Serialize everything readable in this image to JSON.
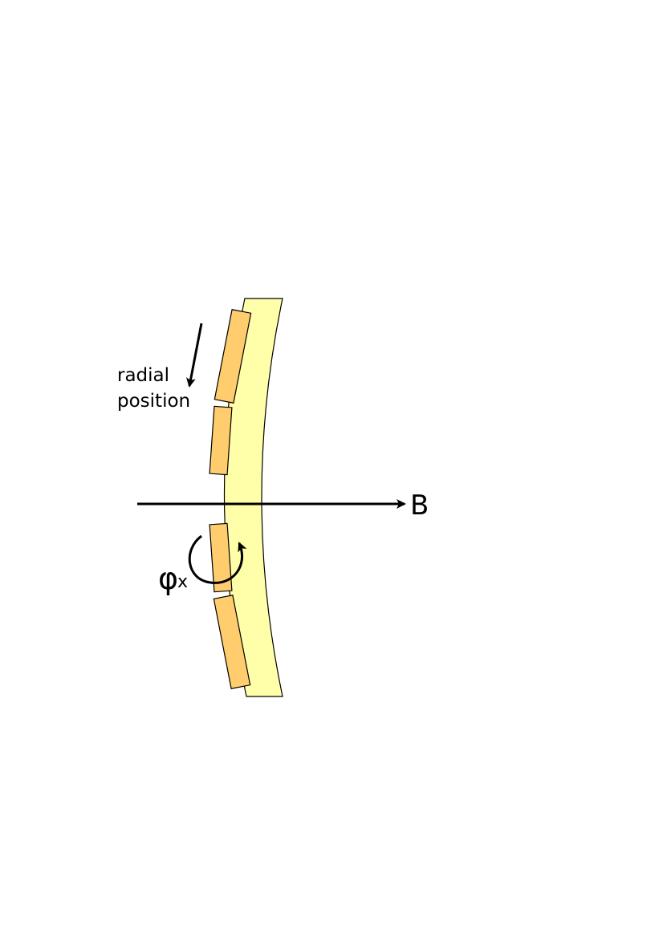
{
  "labels": {
    "radial_line1": "radial",
    "radial_line2": "position",
    "field": "B",
    "angle_symbol": "φ",
    "angle_subscript": "x"
  },
  "colors": {
    "support_fill": "#ffffaa",
    "module_fill": "#ffcc6e",
    "stroke": "#000000"
  },
  "modules_count": 4
}
